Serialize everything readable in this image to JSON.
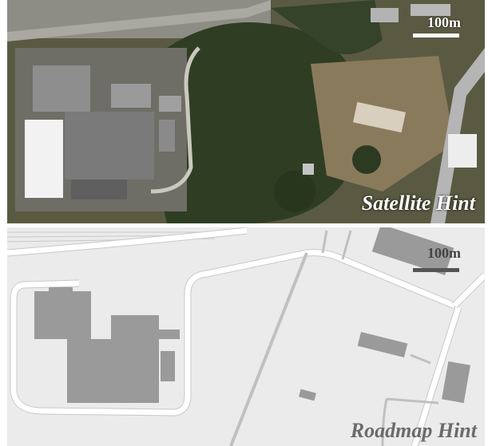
{
  "satellite": {
    "scale_label": "100m",
    "hint_label": "Satellite Hint",
    "colors": {
      "canopy": "#2f3d22",
      "roof_white": "#f2f2f2",
      "roof_gray": "#7a7a7a",
      "road": "#b5b5b5",
      "ground": "#8a7a5c"
    }
  },
  "roadmap": {
    "scale_label": "100m",
    "hint_label": "Roadmap Hint",
    "colors": {
      "background": "#ebebeb",
      "road": "#ffffff",
      "road_edge": "#c8c8c8",
      "building": "#9a9a9a",
      "scale_bar": "#555555"
    }
  }
}
